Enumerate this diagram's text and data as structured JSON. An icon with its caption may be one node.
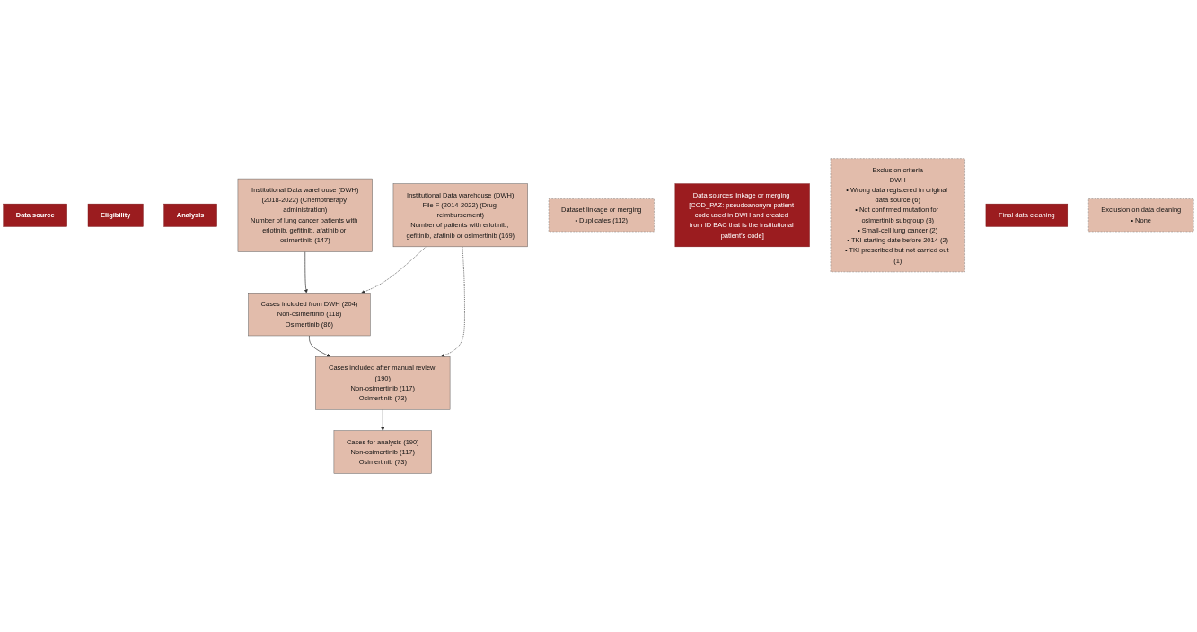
{
  "diagram": {
    "nodes": [
      {
        "text": [
          "Data source"
        ]
      },
      {
        "text": [
          "Eligibility"
        ]
      },
      {
        "text": [
          "Analysis"
        ]
      },
      {
        "text": [
          "Institutional Data warehouse (DWH)",
          "(2018-2022) (Chemotherapy administration)",
          "Number of lung cancer patients with erlotinib, gefitinib, afatinib or osimertinib (147)"
        ]
      },
      {
        "text": [
          "Institutional Data warehouse (DWH)",
          "File F (2014-2022) (Drug reimbursement)",
          "Number of patients with erlotinib, gefitinib, afatinib or osimertinib (169)"
        ]
      },
      {
        "text": [
          "Dataset linkage or merging",
          "• Duplicates (112)"
        ]
      },
      {
        "text": [
          "Cases included from DWH (204)",
          "Non-osimertinib (118)",
          "Osimertinib (86)"
        ]
      },
      {
        "text": [
          "Data sources linkage or merging [COD_PAZ: pseudoanonym patient code used in DWH and created from ID BAC that is the institutional patient’s code]"
        ]
      },
      {
        "text": [
          "Exclusion criteria",
          "DWH",
          "• Wrong data registered in original data source (6)",
          "• Not confirmed mutation for osimertinib subgroup (3)",
          "• Small-cell lung cancer (2)",
          "• TKI starting date before 2014 (2)",
          "• TKI prescribed but not carried out (1)"
        ]
      },
      {
        "text": [
          "Cases included after manual review (190)",
          "Non-osimertinib (117)",
          "Osimertinib (73)"
        ]
      },
      {
        "text": [
          "Final data cleaning"
        ]
      },
      {
        "text": [
          "Exclusion on data cleaning",
          "• None"
        ]
      },
      {
        "text": [
          "Cases for analysis (190)",
          "Non-osimertinib (117)",
          "Osimertinib (73)"
        ]
      }
    ],
    "edges": [
      {
        "from": 3,
        "to": 6,
        "arrow": "to"
      },
      {
        "from": 4,
        "to": 6,
        "arrow": "to",
        "style": "dashed"
      },
      {
        "from": 4,
        "to": 9,
        "arrow": "to",
        "style": "dashed"
      },
      {
        "from": 6,
        "to": 9,
        "arrow": "to"
      },
      {
        "from": 9,
        "to": 12,
        "arrow": "to"
      }
    ]
  }
}
